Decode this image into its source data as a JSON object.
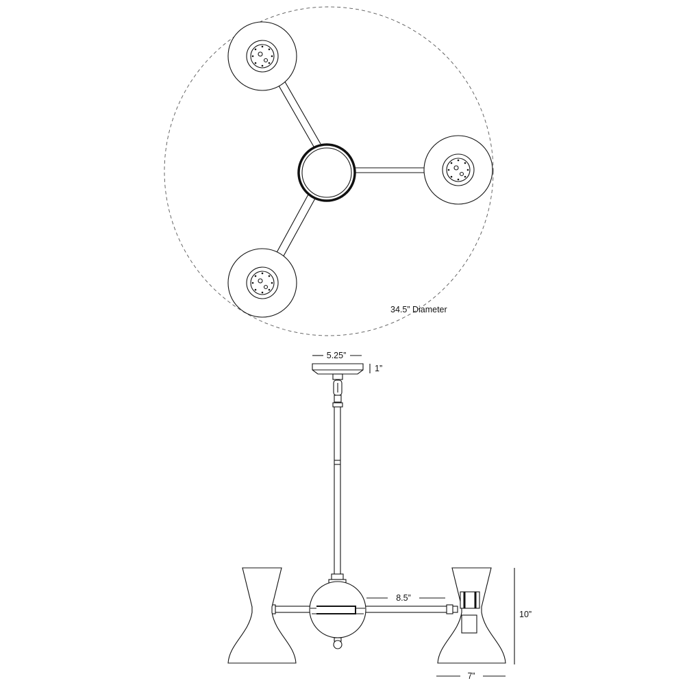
{
  "dimensions": {
    "diameter": "34.5” Diameter",
    "canopy_width": "5.25”",
    "canopy_height": "1”",
    "arm_length": "8.5”",
    "overall_height": "10”",
    "shade_width": "7”"
  }
}
